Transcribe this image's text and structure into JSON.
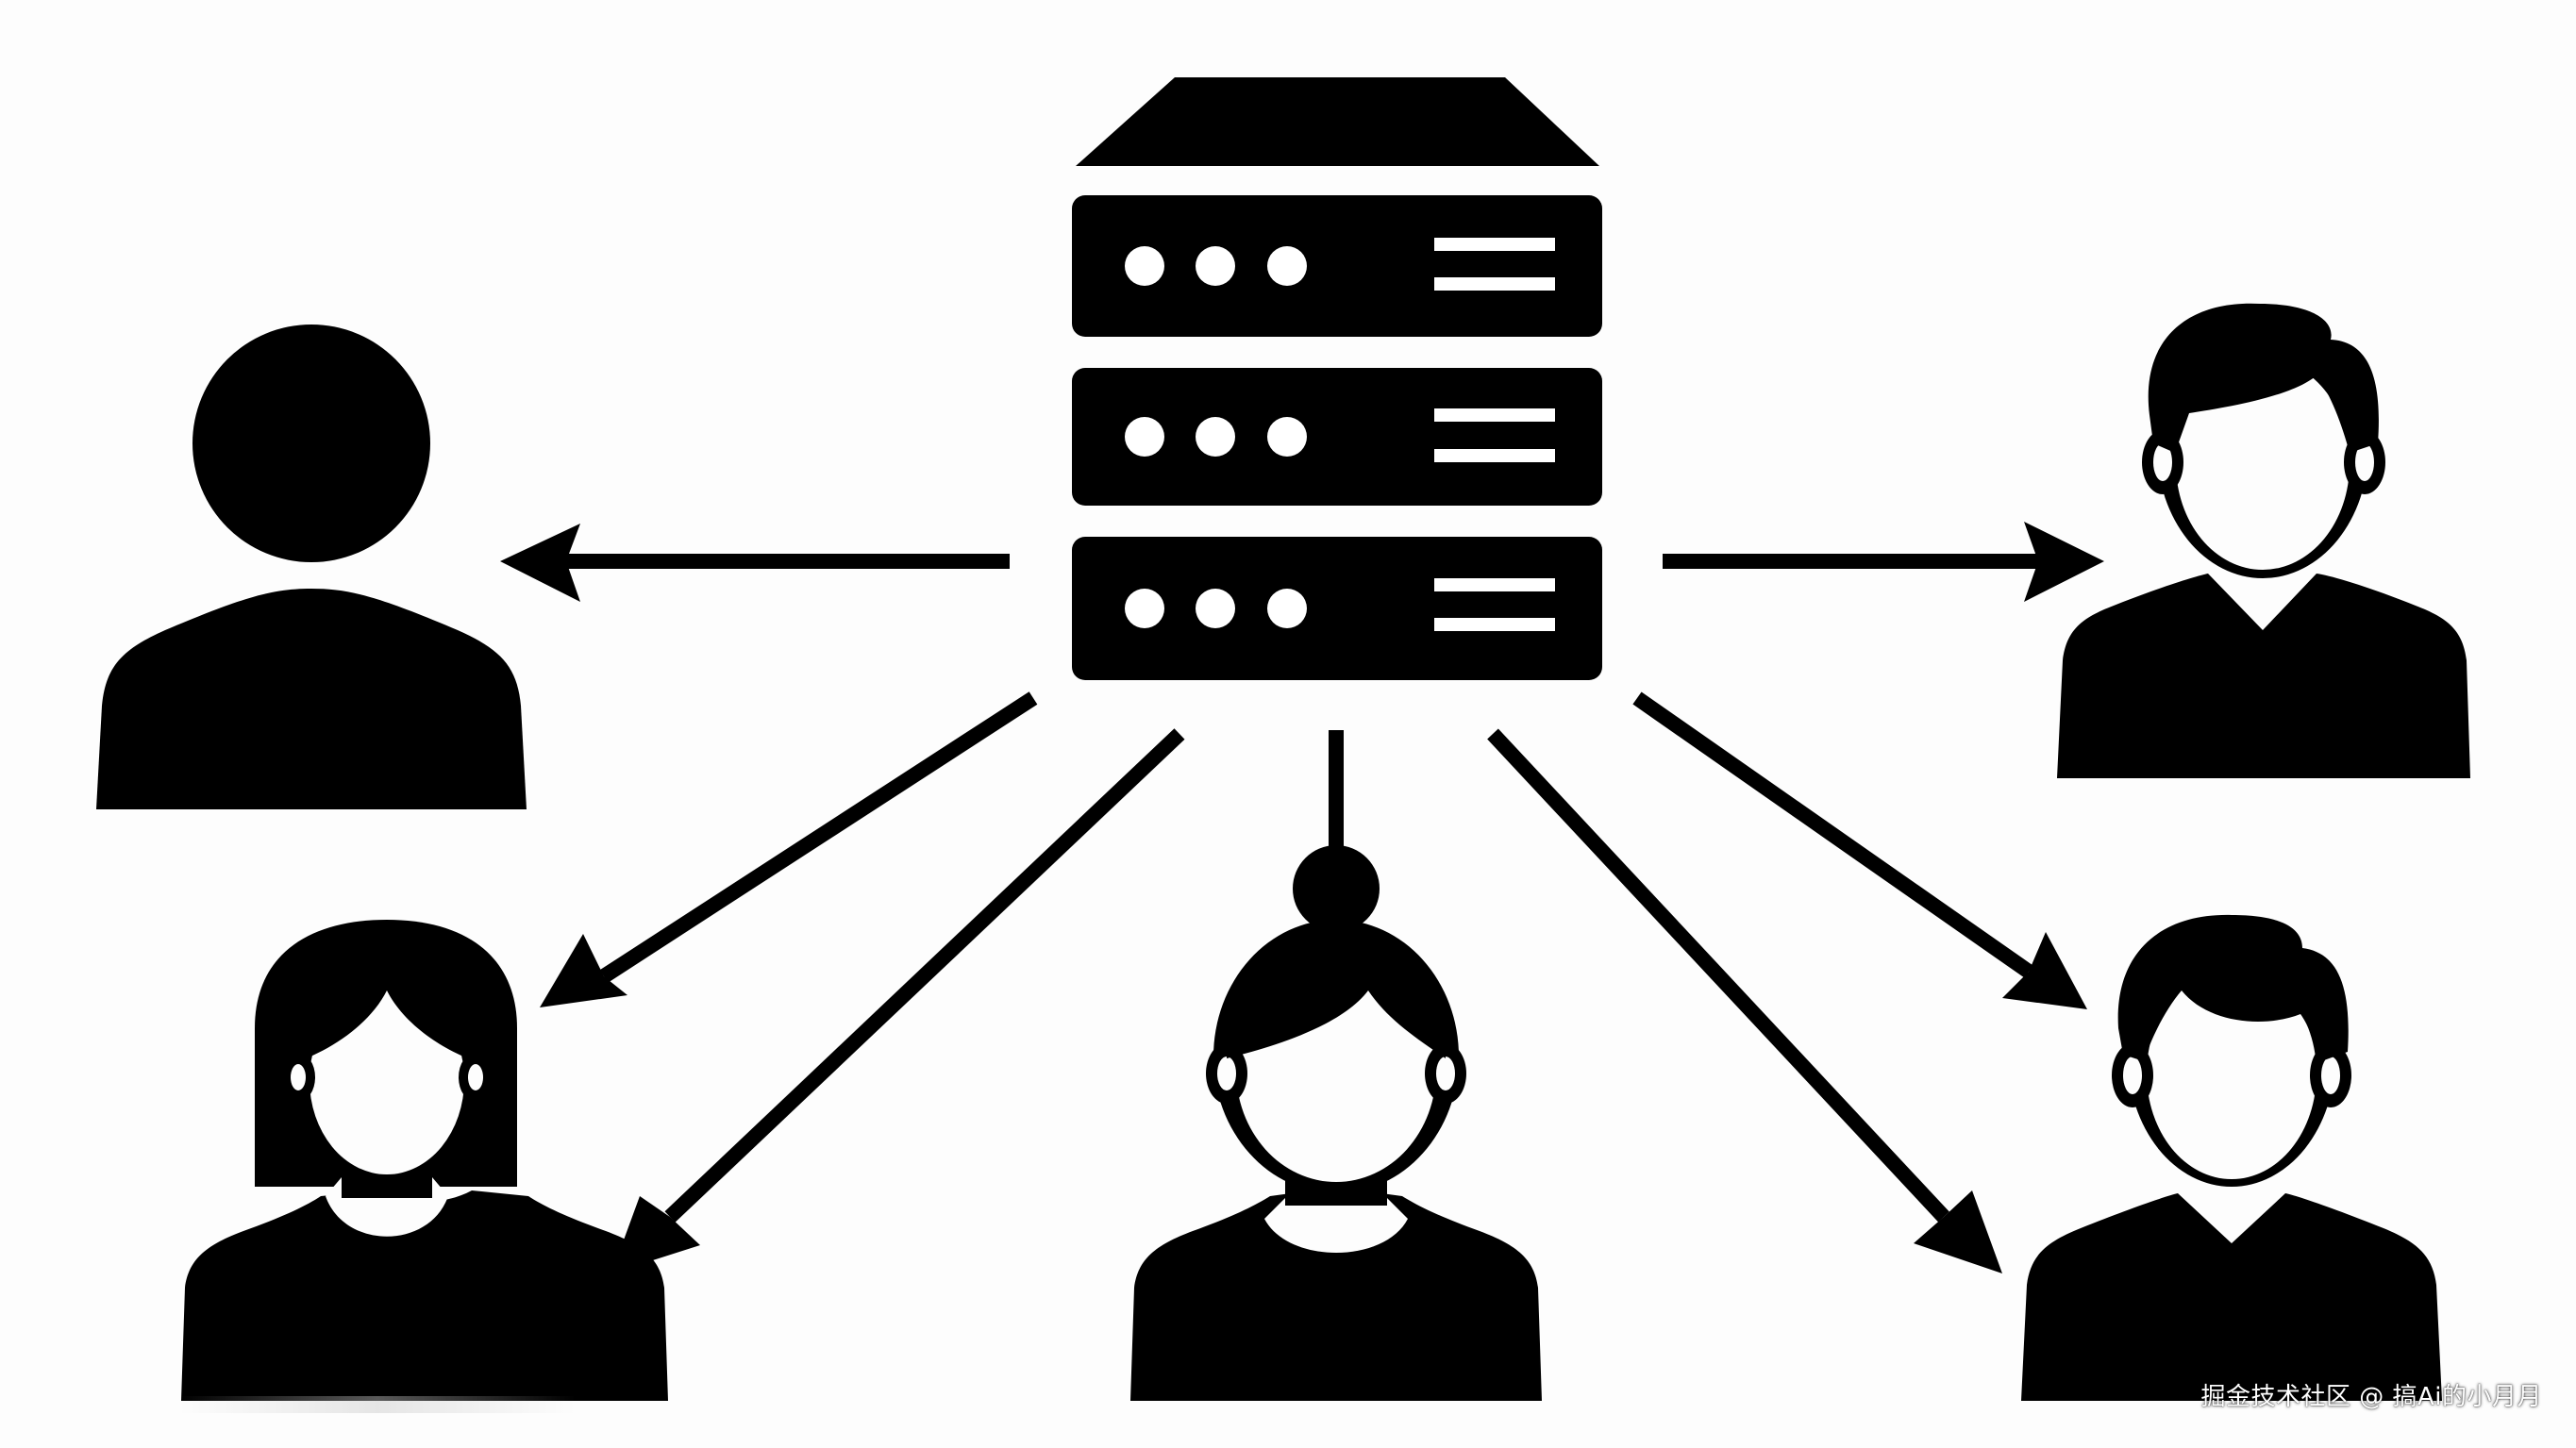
{
  "diagram": {
    "nodes": [
      {
        "id": "server",
        "kind": "server-rack",
        "units": 3
      },
      {
        "id": "user-left",
        "kind": "generic-person"
      },
      {
        "id": "user-right",
        "kind": "man"
      },
      {
        "id": "user-bottom-left",
        "kind": "woman-long-hair"
      },
      {
        "id": "user-bottom-center",
        "kind": "woman-bun"
      },
      {
        "id": "user-bottom-right",
        "kind": "man"
      }
    ],
    "edges": [
      {
        "from": "server",
        "to": "user-left"
      },
      {
        "from": "server",
        "to": "user-right"
      },
      {
        "from": "server",
        "to": "user-bottom-left"
      },
      {
        "from": "server",
        "to": "user-bottom-left"
      },
      {
        "from": "server",
        "to": "user-bottom-center"
      },
      {
        "from": "server",
        "to": "user-bottom-right"
      },
      {
        "from": "server",
        "to": "user-bottom-right"
      }
    ]
  },
  "colors": {
    "ink": "#000000",
    "background": "#fdfdfd"
  },
  "watermark": {
    "text": "掘金技术社区 @ 搞Ai的小月月"
  }
}
